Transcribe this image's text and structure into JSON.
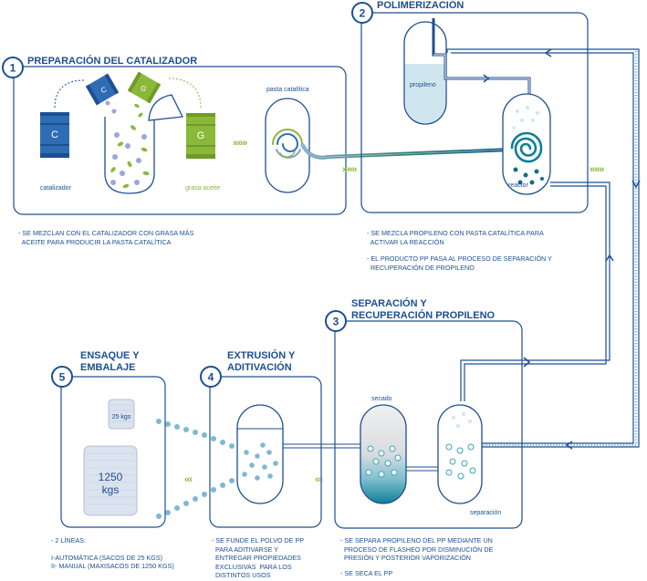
{
  "steps": [
    {
      "number": "1",
      "title": "PREPARACIÓN DEL CATALIZADOR"
    },
    {
      "number": "2",
      "title": "POLIMERIZACIÓN"
    },
    {
      "number": "3",
      "title_line1": "SEPARACIÓN Y",
      "title_line2": "RECUPERACIÓN PROPILENO"
    },
    {
      "number": "4",
      "title_line1": "EXTRUSIÓN Y",
      "title_line2": "ADITIVACIÓN"
    },
    {
      "number": "5",
      "title_line1": "ENSAQUE Y",
      "title_line2": "EMBALAJE"
    }
  ],
  "labels": {
    "catalizador": "catalizador",
    "grasa_aceite": "grasa aceite",
    "pasta_catalitica": "pasta catalítica",
    "propileno": "propileno",
    "reactor": "reactor",
    "secado": "secado",
    "separacion": "separación",
    "barrel_c": "C",
    "barrel_g": "G",
    "bag_small": "25 kgs",
    "bag_big_line1": "1250",
    "bag_big_line2": "kgs",
    "chevrons_right": "»»»",
    "chevrons_left": "‹‹‹"
  },
  "notes": {
    "step1": [
      "- SE MEZCLAN CON EL CATALIZADOR CON GRASA MÁS",
      "  ACEITE PARA PRODUCIR LA PASTA CATALÍTICA"
    ],
    "step2a": [
      "- SE MEZCLA PROPILENO CON PASTA CATALÍTICA PARA",
      "  ACTIVAR LA REACCIÓN"
    ],
    "step2b": [
      "- EL PRODUCTO PP PASA AL PROCESO DE SEPARACIÓN Y",
      "  RECUPERACIÓN DE PROPILENO"
    ],
    "step3a": [
      "- SE SEPARA PROPILENO DEL PP MEDIANTE UN",
      "  PROCESO DE FLASHEO POR DISMINUCIÓN DE",
      "  PRESIÓN Y POSTERIOR VAPORIZACIÓN"
    ],
    "step3b": [
      "- SE SECA EL PP"
    ],
    "step4": [
      "- SE FUNDE EL POLVO DE PP",
      "  PARA ADITIVARSE Y",
      "  ENTREGAR PROPIEDADES",
      "  EXCLUSIVAS  PARA LOS",
      "  DISTINTOS USOS"
    ],
    "step5": [
      "- 2 LÍNEAS:",
      "",
      "I-AUTOMÁTICA (SACOS DE 25 KGS)",
      "II- MANUAL (MAXISACOS DE 1250 KGS)"
    ]
  },
  "colors": {
    "navy": "#1d4f91",
    "blue": "#2e6db4",
    "green": "#8ab83a",
    "lightblue": "#cfe6ef",
    "teal": "#3aa3b9",
    "dots": "#7fb8d2"
  }
}
